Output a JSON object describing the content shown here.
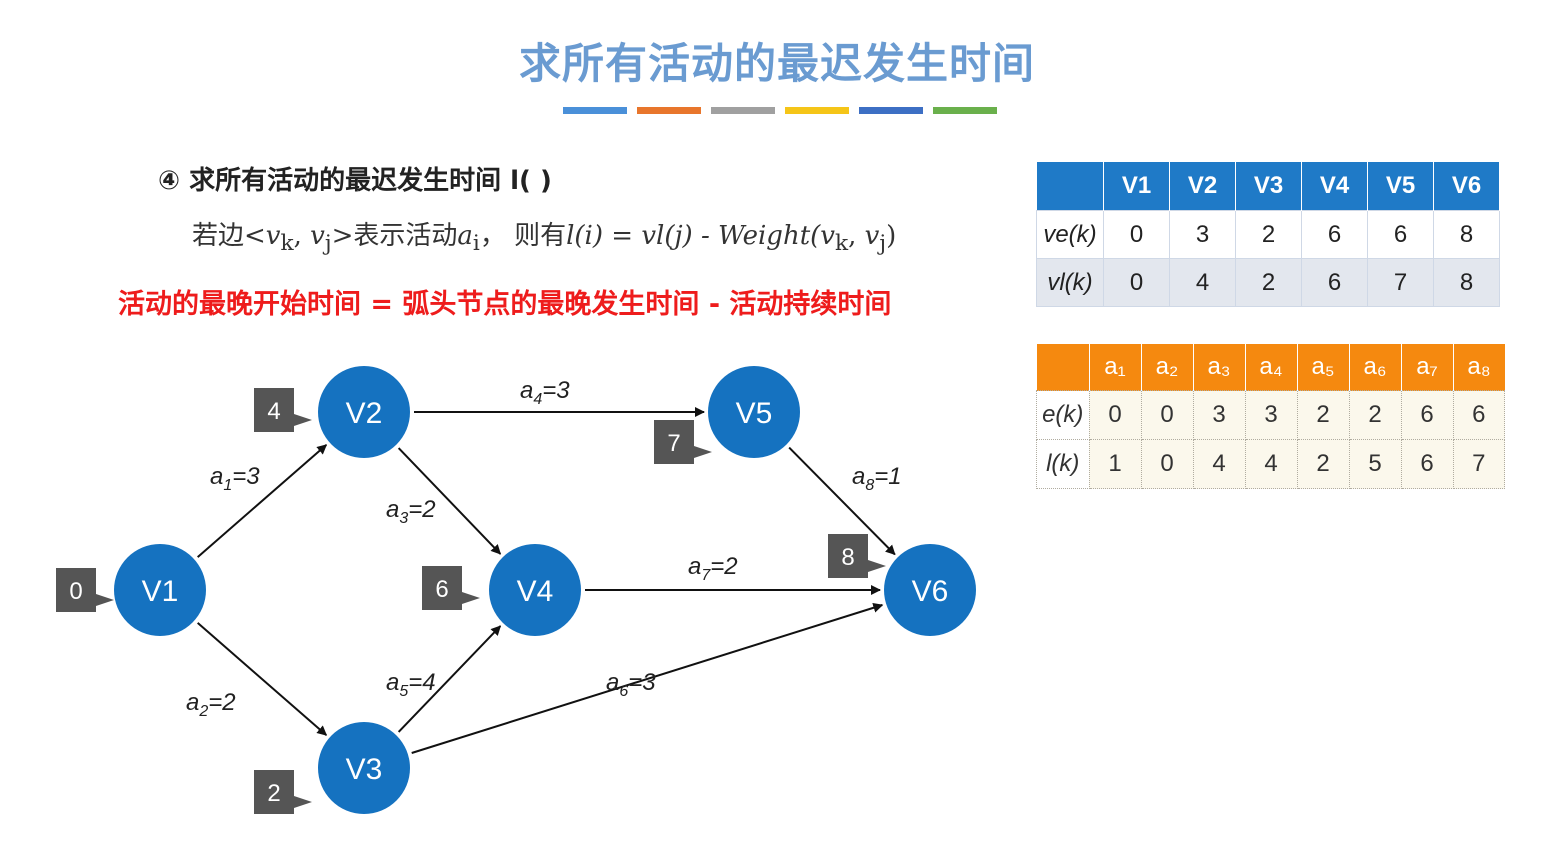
{
  "title": "求所有活动的最迟发生时间",
  "color_bar": [
    "#4a90d9",
    "#e8762c",
    "#a0a0a0",
    "#f5c518",
    "#3d6fc4",
    "#6ab04c"
  ],
  "heading": "④ 求所有活动的最迟发生时间 l( )",
  "formula": {
    "prefix": "若边<",
    "vk": "v",
    "k": "k",
    "comma": ", ",
    "vj": "v",
    "j": "j",
    "mid": ">表示活动",
    "ai": "a",
    "i": "i",
    "rest": "，  则有",
    "lhs": "l(i) = vl(j) - Weight(",
    "end": ")"
  },
  "rule": "活动的最晚开始时间 = 弧头节点的最晚发生时间 - 活动持续时间",
  "graph": {
    "nodes": [
      {
        "id": "V1",
        "label": "V1",
        "tag": "0",
        "color": "#1572c0"
      },
      {
        "id": "V2",
        "label": "V2",
        "tag": "4",
        "color": "#1572c0"
      },
      {
        "id": "V3",
        "label": "V3",
        "tag": "2",
        "color": "#1572c0"
      },
      {
        "id": "V4",
        "label": "V4",
        "tag": "6",
        "color": "#1572c0"
      },
      {
        "id": "V5",
        "label": "V5",
        "tag": "7",
        "color": "#1572c0"
      },
      {
        "id": "V6",
        "label": "V6",
        "tag": "8",
        "color": "#1572c0"
      }
    ],
    "edges": [
      {
        "from": "V1",
        "to": "V2",
        "name": "a",
        "sub": "1",
        "weight": "=3"
      },
      {
        "from": "V1",
        "to": "V3",
        "name": "a",
        "sub": "2",
        "weight": "=2"
      },
      {
        "from": "V2",
        "to": "V4",
        "name": "a",
        "sub": "3",
        "weight": "=2"
      },
      {
        "from": "V2",
        "to": "V5",
        "name": "a",
        "sub": "4",
        "weight": "=3"
      },
      {
        "from": "V3",
        "to": "V4",
        "name": "a",
        "sub": "5",
        "weight": "=4"
      },
      {
        "from": "V3",
        "to": "V6",
        "name": "a",
        "sub": "6",
        "weight": "=3"
      },
      {
        "from": "V4",
        "to": "V6",
        "name": "a",
        "sub": "7",
        "weight": "=2"
      },
      {
        "from": "V5",
        "to": "V6",
        "name": "a",
        "sub": "8",
        "weight": "=1"
      }
    ],
    "tag_color": "#555555"
  },
  "vertex_table": {
    "header": [
      "V1",
      "V2",
      "V3",
      "V4",
      "V5",
      "V6"
    ],
    "rows": [
      {
        "label": "ve(k)",
        "values": [
          "0",
          "3",
          "2",
          "6",
          "6",
          "8"
        ]
      },
      {
        "label": "vl(k)",
        "values": [
          "0",
          "4",
          "2",
          "6",
          "7",
          "8"
        ]
      }
    ]
  },
  "activity_table": {
    "header": [
      "a₁",
      "a₂",
      "a₃",
      "a₄",
      "a₅",
      "a₆",
      "a₇",
      "a₈"
    ],
    "rows": [
      {
        "label": "e(k)",
        "values": [
          "0",
          "0",
          "3",
          "3",
          "2",
          "2",
          "6",
          "6"
        ]
      },
      {
        "label": "l(k)",
        "values": [
          "1",
          "0",
          "4",
          "4",
          "2",
          "5",
          "6",
          "7"
        ]
      }
    ]
  }
}
